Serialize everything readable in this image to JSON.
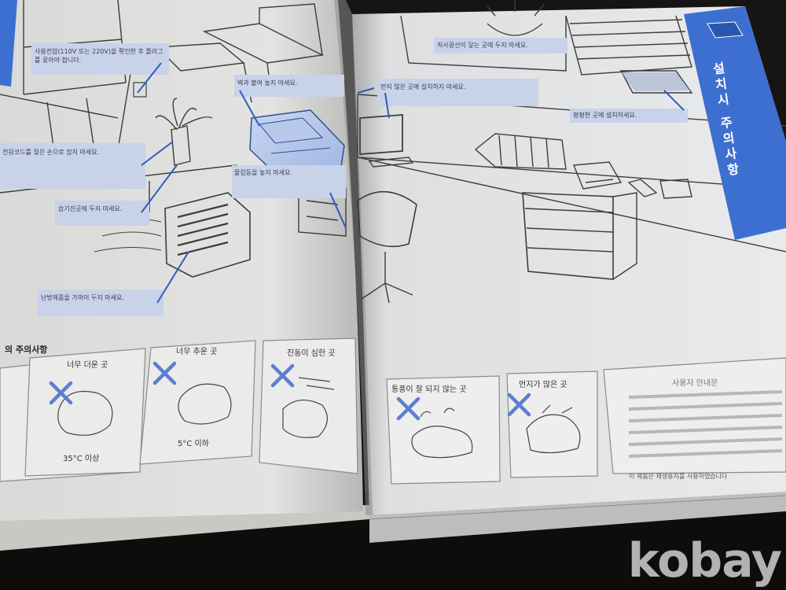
{
  "photo": {
    "subject": "open Korean fax machine manual showing installation cautions",
    "watermark": "kobay"
  },
  "left_page": {
    "callouts": [
      "사용전압(110V 또는 220V)을 확인한 후 플러그를 꽂아야 합니다.",
      "벽과 붙여 놓지 마세요.",
      "전원코드를 젖은 손으로 잡지 마세요.",
      "물컵등을 놓지 마세요.",
      "습기진곳에 두지 마세요.",
      "난방제품을 가까이 두지 마세요."
    ],
    "section_title": "의 주의사항",
    "panels": [
      {
        "label": "너무 더운 곳",
        "temp": "35°C 이상"
      },
      {
        "label": "너무 추운 곳",
        "temp": "5°C 이하"
      },
      {
        "label": "진동이 심한 곳",
        "temp": ""
      }
    ]
  },
  "right_page": {
    "tab_title": "설치시 주의사항",
    "callouts": [
      "직사광선이 닿는 곳에 두지 마세요.",
      "먼지 많은 곳에 설치하지 마세요.",
      "평평한 곳에 설치하세요."
    ],
    "panels": [
      {
        "label": "통풍이 잘 되지 않는 곳"
      },
      {
        "label": "먼지가 많은 곳"
      }
    ],
    "note_title": "사용자 안내문",
    "footnote": "이 제품은 재생용지를 사용하였습니다"
  },
  "colors": {
    "accent_blue": "#3d6fd0",
    "callout_blue": "#c6d3ef",
    "paper": "#e8e9eb"
  }
}
